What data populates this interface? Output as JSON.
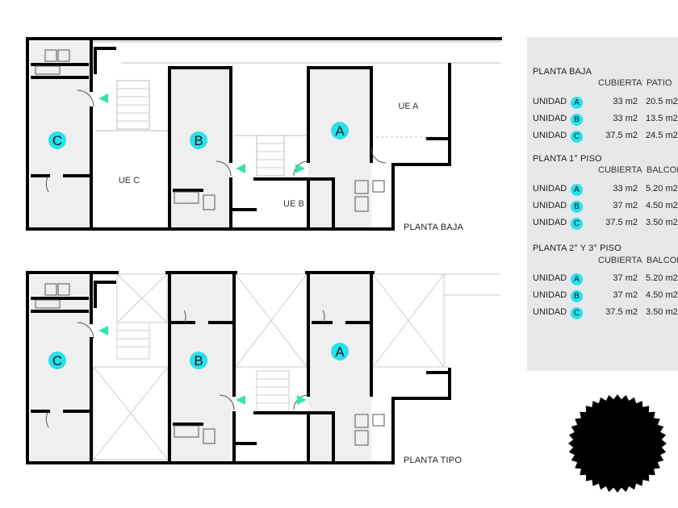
{
  "plans": [
    {
      "title": "PLANTA BAJA",
      "units": [
        "A",
        "B",
        "C"
      ],
      "common_labels": [
        "UE A",
        "UE B",
        "UE C"
      ]
    },
    {
      "title": "PLANTA TIPO",
      "units": [
        "A",
        "B",
        "C"
      ]
    }
  ],
  "table": {
    "sections": [
      {
        "title": "PLANTA BAJA",
        "col_cubierta": "CUBIERTA",
        "col_ext": "PATIO",
        "rows": [
          {
            "label": "UNIDAD",
            "unit": "A",
            "cubierta": "33 m2",
            "ext": "20.5 m2"
          },
          {
            "label": "UNIDAD",
            "unit": "B",
            "cubierta": "33 m2",
            "ext": "13.5 m2"
          },
          {
            "label": "UNIDAD",
            "unit": "C",
            "cubierta": "37.5 m2",
            "ext": "24.5 m2"
          }
        ]
      },
      {
        "title": "PLANTA 1° PISO",
        "col_cubierta": "CUBIERTA",
        "col_ext": "BALCON",
        "rows": [
          {
            "label": "UNIDAD",
            "unit": "A",
            "cubierta": "33 m2",
            "ext": "5.20 m2"
          },
          {
            "label": "UNIDAD",
            "unit": "B",
            "cubierta": "37 m2",
            "ext": "4.50 m2"
          },
          {
            "label": "UNIDAD",
            "unit": "C",
            "cubierta": "37.5 m2",
            "ext": "3.50 m2"
          }
        ]
      },
      {
        "title": "PLANTA 2° Y 3° PISO",
        "col_cubierta": "CUBIERTA",
        "col_ext": "BALCON",
        "rows": [
          {
            "label": "UNIDAD",
            "unit": "A",
            "cubierta": "37 m2",
            "ext": "5.20 m2"
          },
          {
            "label": "UNIDAD",
            "unit": "B",
            "cubierta": "37 m2",
            "ext": "4.50 m2"
          },
          {
            "label": "UNIDAD",
            "unit": "C",
            "cubierta": "37.5 m2",
            "ext": "3.50 m2"
          }
        ]
      }
    ]
  },
  "colors": {
    "unit_badge": "#27e1ec",
    "arrow": "#33e6a6",
    "wall": "#000000",
    "unit_fill": "#efefef",
    "panel_bg": "#e6e8ea"
  }
}
